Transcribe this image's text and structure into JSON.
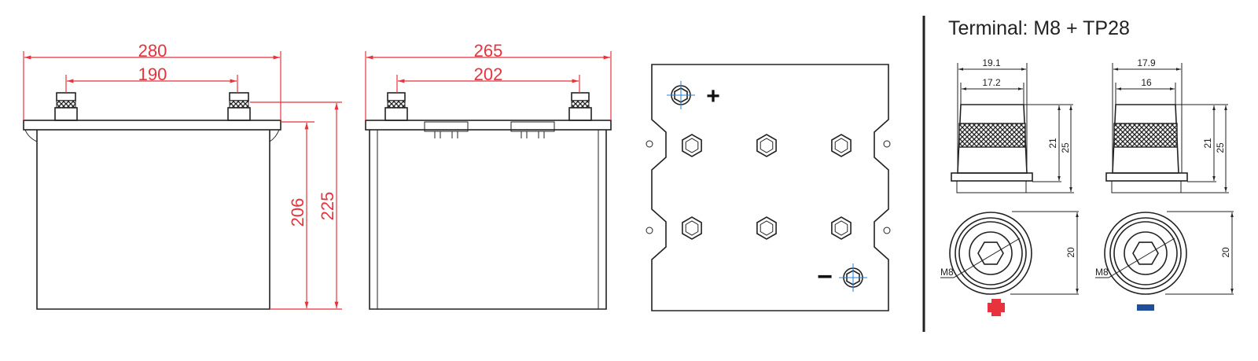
{
  "front_view": {
    "width_overall": "280",
    "terminal_spacing": "190",
    "height_body": "206",
    "height_total": "225"
  },
  "side_view": {
    "width_overall": "265",
    "terminal_spacing": "202"
  },
  "top_view": {
    "positive_symbol": "+",
    "negative_symbol": "−"
  },
  "terminal": {
    "title": "Terminal: M8 + TP28",
    "positive": {
      "outer_diameter": "19.1",
      "top_diameter": "17.2",
      "height_cap": "21",
      "height_total": "25",
      "face_diameter": "20",
      "thread": "M8",
      "symbol_color": "#e8333c"
    },
    "negative": {
      "outer_diameter": "17.9",
      "top_diameter": "16",
      "height_cap": "21",
      "height_total": "25",
      "face_diameter": "20",
      "thread": "M8",
      "symbol_color": "#1f4e9a"
    }
  }
}
